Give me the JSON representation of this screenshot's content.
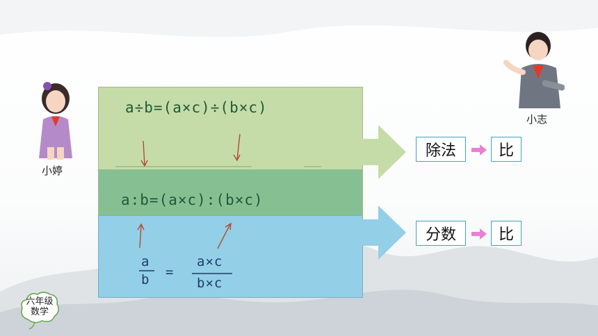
{
  "characters": {
    "left_name": "小婷",
    "right_name": "小志"
  },
  "equations": {
    "division": "a÷b=(a×c)÷(b×c)",
    "ratio": "a:b=(a×c):(b×c)",
    "fraction_left_num": "a",
    "fraction_left_den": "b",
    "fraction_equals": "=",
    "fraction_right_num": "a×c",
    "fraction_right_den": "b×c"
  },
  "relations": {
    "top_left": "除法",
    "top_right": "比",
    "bottom_left": "分数",
    "bottom_right": "比"
  },
  "badge": {
    "line1": "六年级",
    "line2": "数学"
  },
  "colors": {
    "green_panel": "#c6dca8",
    "mid_panel": "#86bf92",
    "blue_panel": "#93cfe6",
    "box_border": "#3aa6c6",
    "pink_arrow": "#e880d6"
  }
}
